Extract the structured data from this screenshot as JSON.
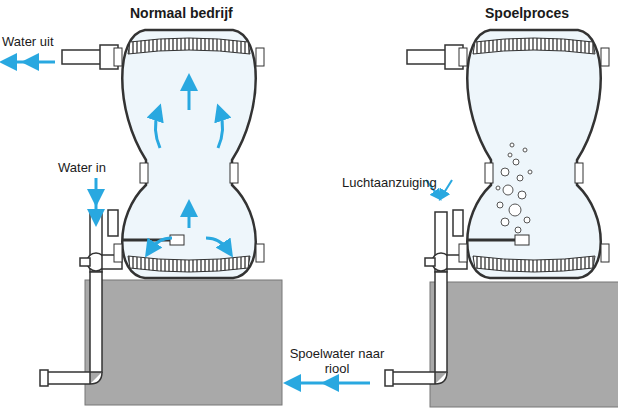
{
  "diagram": {
    "labels": [
      "Normaal bedrijf",
      "Spoelproces",
      "Water uit",
      "Water in",
      "Luchtaanzuiging",
      "Spoelwater naar riool"
    ]
  }
}
